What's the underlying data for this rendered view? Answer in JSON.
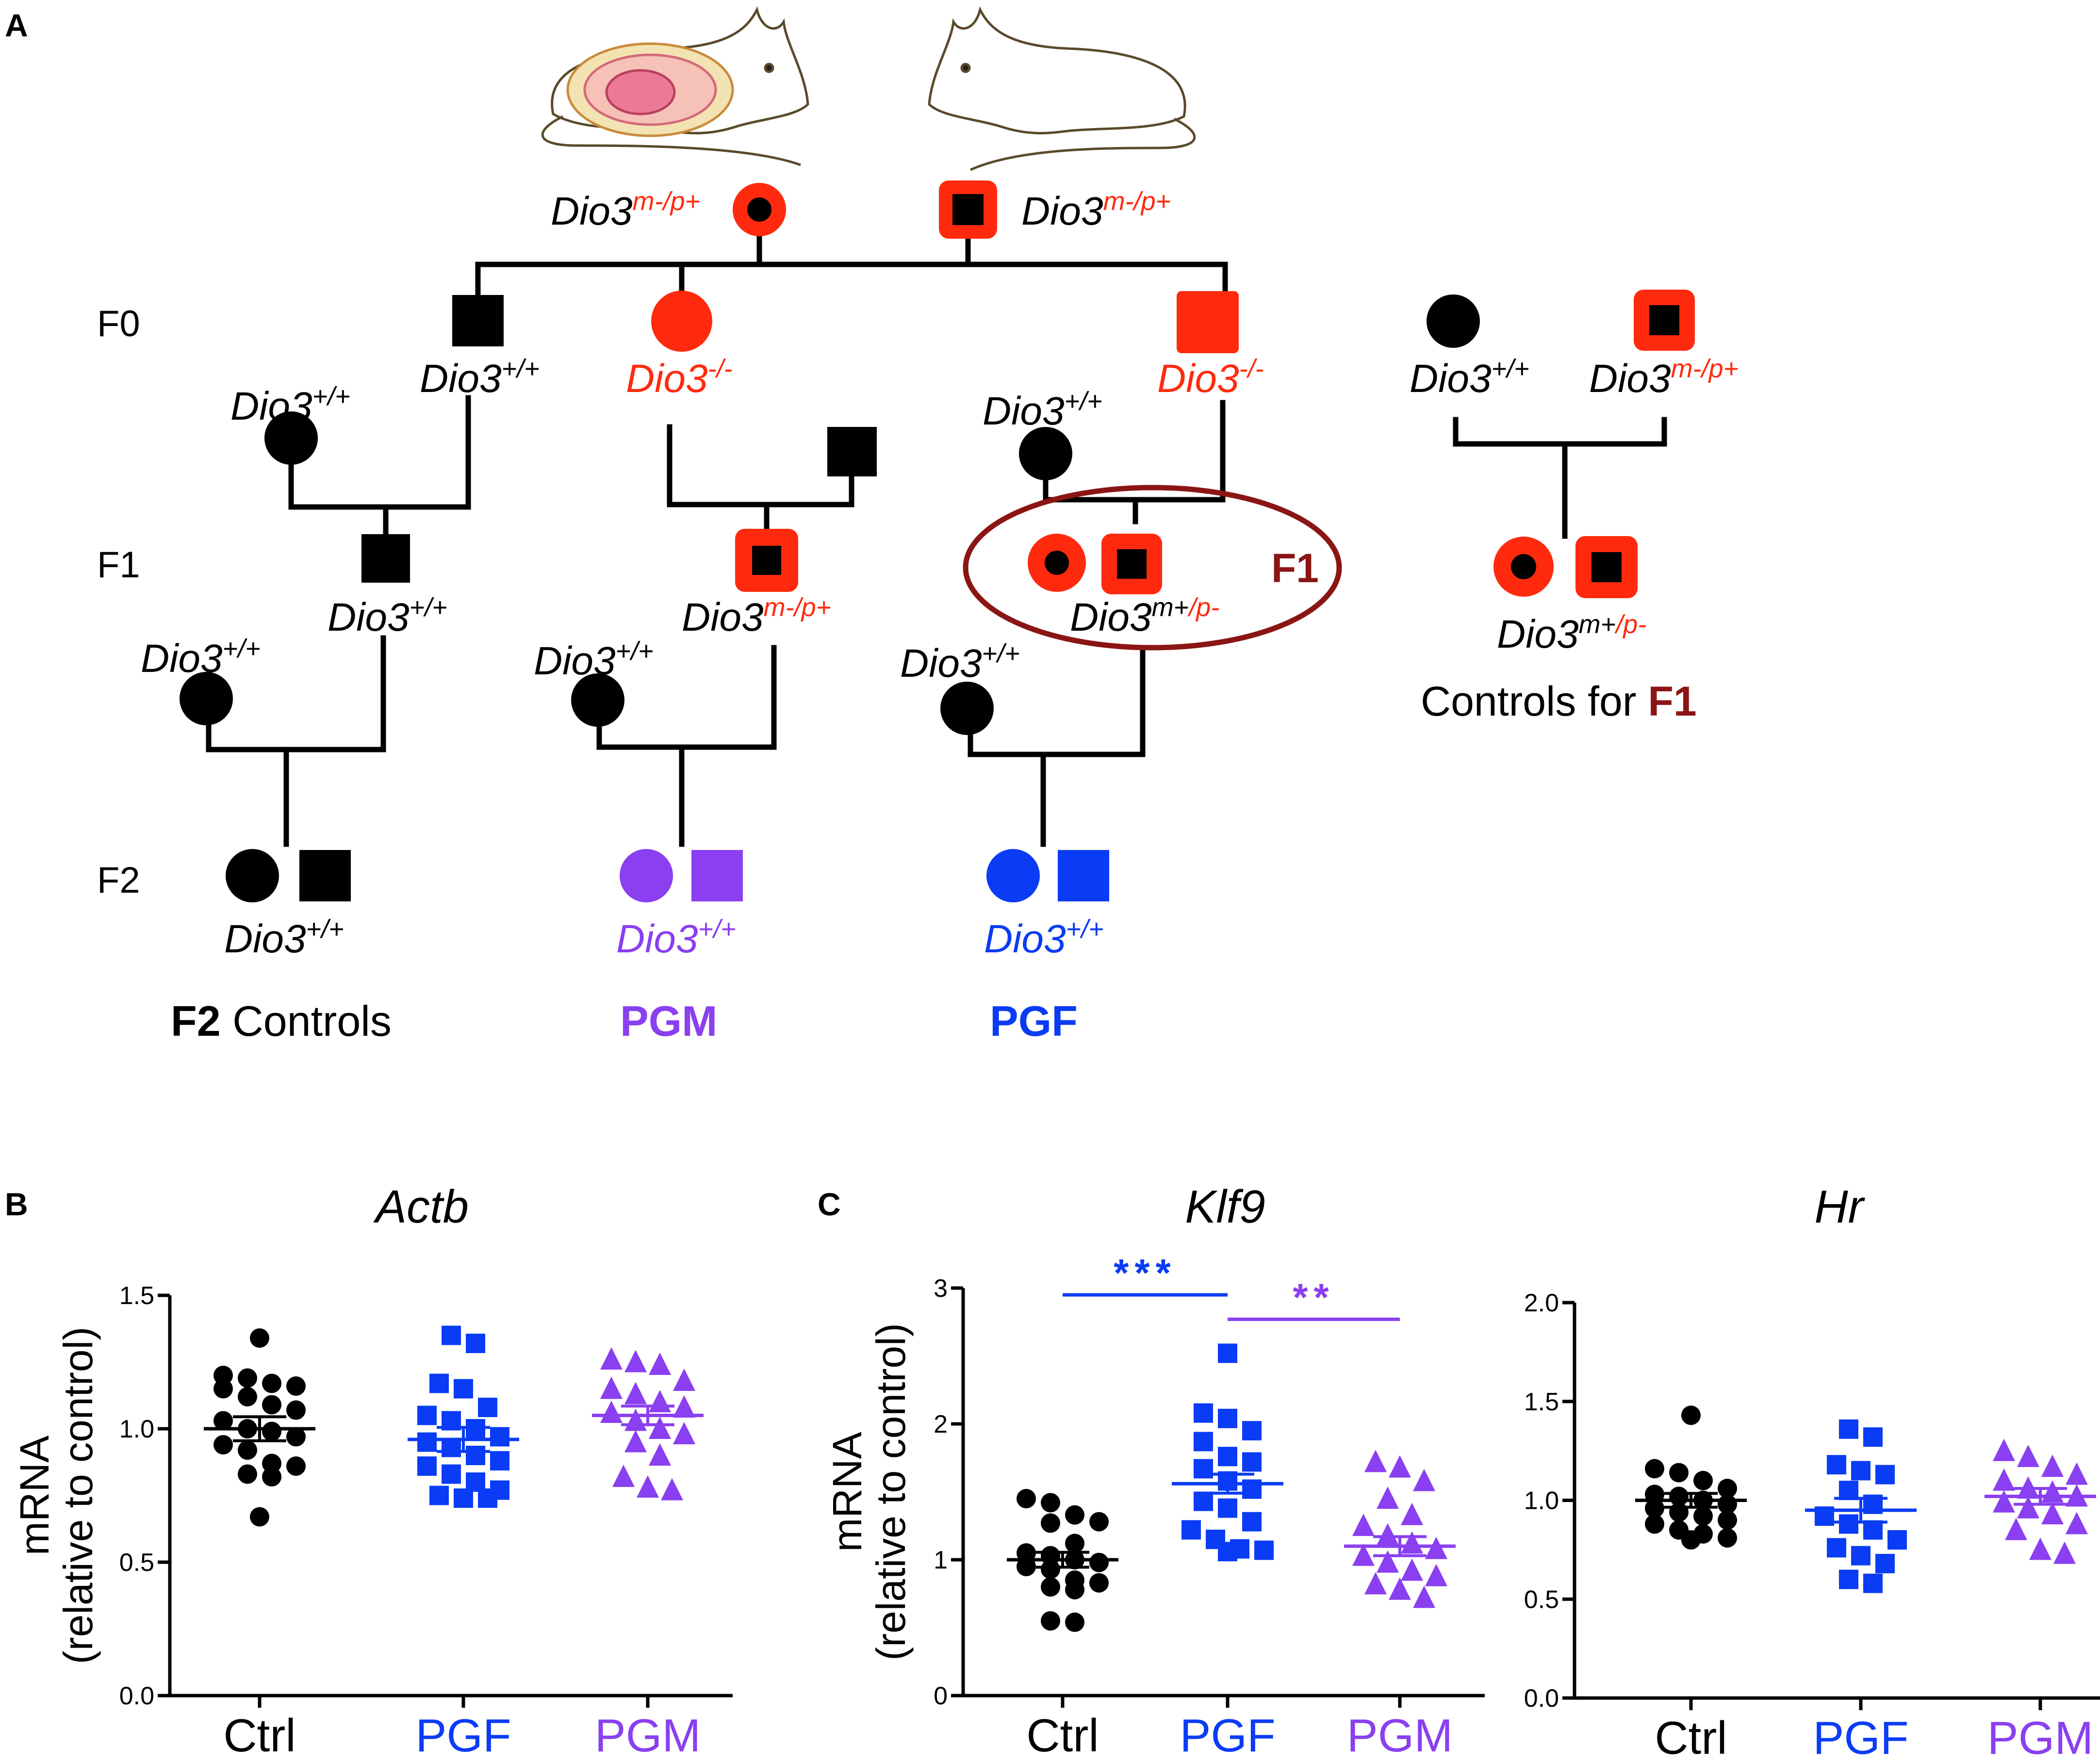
{
  "figure": {
    "panels": {
      "a": "A",
      "b": "B",
      "c": "C"
    },
    "colors": {
      "red": "#ff2a0e",
      "dark_red": "#8b1515",
      "black": "#000000",
      "blue": "#0a3cf5",
      "purple": "#8a3ff0"
    },
    "pedigree": {
      "gen_labels": [
        "F0",
        "F1",
        "F2"
      ],
      "founders": {
        "mother": {
          "gene": "Dio3",
          "allele": "m-/p+"
        },
        "father": {
          "gene": "Dio3",
          "allele": "m-/p+"
        }
      },
      "genotypes": {
        "wt": {
          "gene": "Dio3",
          "allele": "+/+"
        },
        "ko": {
          "gene": "Dio3",
          "allele": "-/-"
        },
        "het_mp": {
          "gene": "Dio3",
          "allele": "m-/p+"
        },
        "f1": {
          "gene": "Dio3",
          "allele_a": "m+",
          "allele_b": "/p-"
        }
      },
      "f1_tag": "F1",
      "controls_text": "Controls for ",
      "controls_tag": "F1",
      "groups": {
        "f2_prefix": "F2",
        "f2_suffix": " Controls",
        "pgm": "PGM",
        "pgf": "PGF"
      }
    }
  },
  "chart_data": [
    {
      "type": "scatter",
      "title": "Actb",
      "ylabel": "mRNA (relative to control)",
      "ylabel_lines": [
        "mRNA",
        "(relative to control)"
      ],
      "ylim": [
        0,
        1.5
      ],
      "yticks": [
        "0.0",
        "0.5",
        "1.0",
        "1.5"
      ],
      "categories": [
        "Ctrl",
        "PGF",
        "PGM"
      ],
      "series": [
        {
          "category": "Ctrl",
          "marker": "circle",
          "color": "#000000",
          "mean": 1.0,
          "sem": 0.045,
          "values": [
            1.34,
            1.19,
            1.17,
            1.16,
            1.2,
            1.15,
            1.12,
            1.09,
            1.07,
            1.03,
            1.0,
            0.99,
            0.97,
            0.94,
            0.92,
            0.87,
            0.86,
            0.83,
            0.82,
            0.67
          ]
        },
        {
          "category": "PGF",
          "marker": "square",
          "color": "#0a3cf5",
          "mean": 0.96,
          "sem": 0.045,
          "values": [
            1.35,
            1.32,
            1.17,
            1.15,
            1.08,
            1.05,
            1.03,
            1.0,
            0.97,
            0.95,
            0.93,
            0.9,
            0.88,
            0.86,
            0.83,
            0.8,
            0.77,
            0.75,
            0.74,
            0.74
          ]
        },
        {
          "category": "PGM",
          "marker": "triangle",
          "color": "#8a3ff0",
          "mean": 1.05,
          "sem": 0.035,
          "values": [
            1.26,
            1.25,
            1.24,
            1.18,
            1.15,
            1.13,
            1.1,
            1.08,
            1.06,
            1.03,
            1.0,
            0.98,
            0.95,
            0.9,
            0.82,
            0.78,
            0.77
          ]
        }
      ]
    },
    {
      "type": "scatter",
      "title": "Klf9",
      "ylabel": "mRNA (relative to control)",
      "ylabel_lines": [
        "mRNA",
        "(relative to control)"
      ],
      "ylim": [
        0,
        3
      ],
      "yticks": [
        "0",
        "1",
        "2",
        "3"
      ],
      "categories": [
        "Ctrl",
        "PGF",
        "PGM"
      ],
      "annotations": [
        {
          "text": "***",
          "from": "Ctrl",
          "to": "PGF",
          "color": "#0a3cf5",
          "y": 2.95
        },
        {
          "text": "**",
          "from": "PGF",
          "to": "PGM",
          "color": "#8a3ff0",
          "y": 2.77
        }
      ],
      "series": [
        {
          "category": "Ctrl",
          "marker": "circle",
          "color": "#000000",
          "mean": 1.0,
          "sem": 0.055,
          "values": [
            1.45,
            1.42,
            1.33,
            1.28,
            1.27,
            1.12,
            1.05,
            1.03,
            1.0,
            0.98,
            0.95,
            0.93,
            0.85,
            0.83,
            0.8,
            0.78,
            0.55,
            0.54
          ]
        },
        {
          "category": "PGF",
          "marker": "square",
          "color": "#0a3cf5",
          "mean": 1.56,
          "sem": 0.07,
          "values": [
            2.52,
            2.08,
            2.04,
            1.95,
            1.87,
            1.76,
            1.72,
            1.67,
            1.58,
            1.52,
            1.43,
            1.38,
            1.28,
            1.22,
            1.15,
            1.08,
            1.07,
            1.06
          ]
        },
        {
          "category": "PGM",
          "marker": "triangle",
          "color": "#8a3ff0",
          "mean": 1.1,
          "sem": 0.07,
          "values": [
            1.72,
            1.68,
            1.58,
            1.45,
            1.33,
            1.25,
            1.18,
            1.12,
            1.08,
            1.03,
            0.98,
            0.92,
            0.88,
            0.82,
            0.78,
            0.72
          ]
        }
      ]
    },
    {
      "type": "scatter",
      "title": "Hr",
      "ylim": [
        0,
        2.0
      ],
      "yticks": [
        "0.0",
        "0.5",
        "1.0",
        "1.5",
        "2.0"
      ],
      "categories": [
        "Ctrl",
        "PGF",
        "PGM"
      ],
      "series": [
        {
          "category": "Ctrl",
          "marker": "circle",
          "color": "#000000",
          "mean": 1.0,
          "sem": 0.035,
          "values": [
            1.43,
            1.16,
            1.14,
            1.1,
            1.06,
            1.03,
            1.02,
            1.0,
            0.98,
            0.96,
            0.94,
            0.92,
            0.9,
            0.88,
            0.85,
            0.83,
            0.81,
            0.8
          ]
        },
        {
          "category": "PGF",
          "marker": "square",
          "color": "#0a3cf5",
          "mean": 0.95,
          "sem": 0.06,
          "values": [
            1.36,
            1.32,
            1.18,
            1.15,
            1.13,
            1.05,
            0.98,
            0.92,
            0.88,
            0.85,
            0.8,
            0.76,
            0.72,
            0.68,
            0.6,
            0.58
          ]
        },
        {
          "category": "PGM",
          "marker": "triangle",
          "color": "#8a3ff0",
          "mean": 1.02,
          "sem": 0.04,
          "values": [
            1.25,
            1.22,
            1.17,
            1.13,
            1.1,
            1.06,
            1.04,
            1.02,
            0.99,
            0.96,
            0.93,
            0.88,
            0.85,
            0.75,
            0.73
          ]
        }
      ]
    }
  ]
}
